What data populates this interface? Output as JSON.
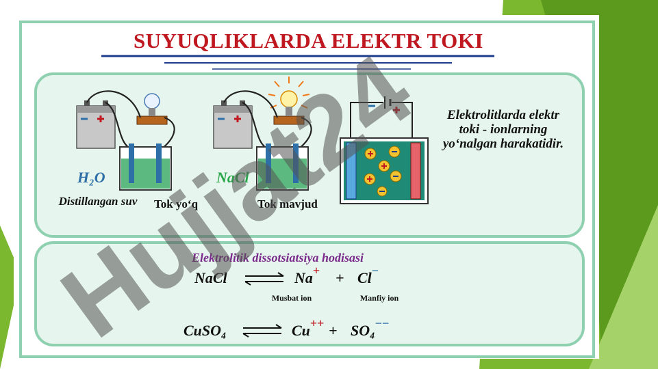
{
  "title": "SUYUQLIKLARDA ELEKTR TOKI",
  "experiment_1": {
    "substance": "H₂O",
    "caption": "Distillangan suv",
    "result": "Tok yo‘q"
  },
  "experiment_2": {
    "substance": "NaCl",
    "result": "Tok mavjud"
  },
  "battery_signs": {
    "minus": "−",
    "plus": "+"
  },
  "description": "Elektrolitlarda elektr toki - ionlarning yo‘nalgan harakatidir.",
  "dissociation": {
    "title": "Elektrolitik dissotsiatsiya hodisasi",
    "eq1": {
      "reactant": "NaCl",
      "cation": "Na",
      "cation_charge": "+",
      "anion": "Cl",
      "anion_charge": "−",
      "plus": "+"
    },
    "positive_ion_label": "Musbat ion",
    "negative_ion_label": "Manfiy ion",
    "eq2": {
      "reactant": "CuSO₄",
      "cation": "Cu",
      "cation_charge": "++",
      "anion": "SO₄",
      "anion_charge": "−−",
      "plus": "+"
    }
  },
  "watermark": "Hujjat24",
  "colors": {
    "background": "#ffffff",
    "green_accent": "#7cb82f",
    "panel_border": "#8ed0b0",
    "panel_fill": "#e6f6ee",
    "title_red": "#c01820",
    "formula_blue": "#2e6fa8"
  }
}
